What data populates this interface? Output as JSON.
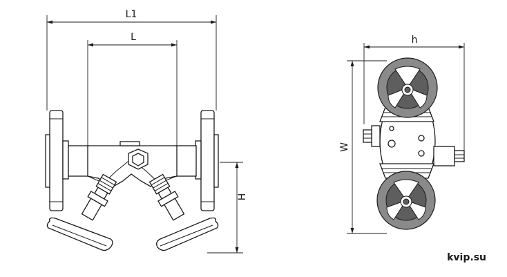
{
  "dimensions": {
    "l1": "L1",
    "l": "L",
    "h_upper": "H",
    "h_lower": "h",
    "w": "W"
  },
  "watermark": "kvip.su",
  "colors": {
    "line": "#1a1a1a",
    "wheel": "#8a8a8a",
    "wheel_dark": "#5e5e5e"
  }
}
